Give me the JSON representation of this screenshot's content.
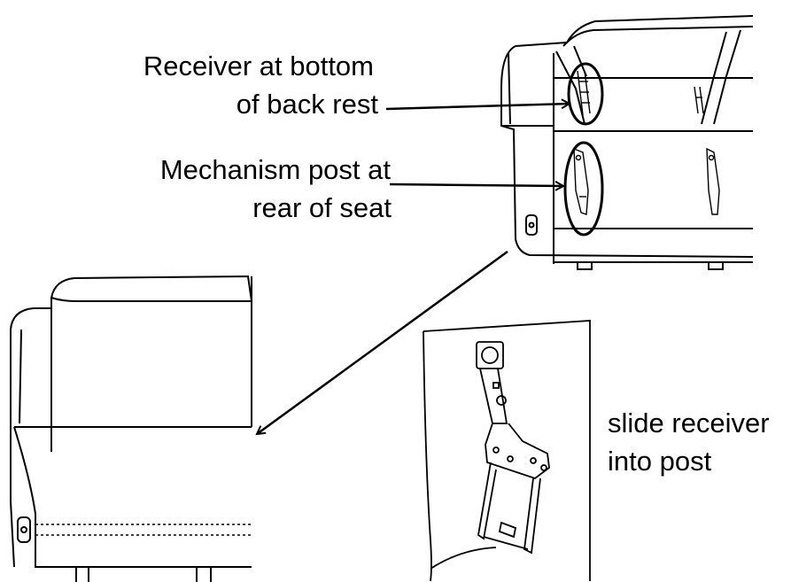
{
  "callouts": {
    "receiver_line1": "Receiver at bottom",
    "receiver_line2": "of back rest",
    "mechanism_line1": "Mechanism post at",
    "mechanism_line2": "rear of seat",
    "slide_line1": "slide receiver",
    "slide_line2": "into post"
  },
  "colors": {
    "line": "#000000",
    "background": "#ffffff"
  }
}
